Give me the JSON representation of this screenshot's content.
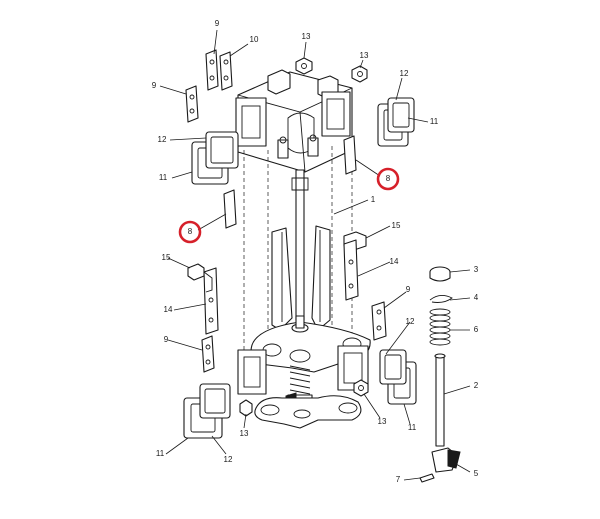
{
  "callouts": {
    "c1": "1",
    "c2": "2",
    "c3": "3",
    "c4": "4",
    "c5": "5",
    "c6": "6",
    "c7": "7",
    "c8a": "8",
    "c8b": "8",
    "c9a": "9",
    "c9b": "9",
    "c9c": "9",
    "c9d": "9",
    "c10": "10",
    "c11a": "11",
    "c11b": "11",
    "c11c": "11",
    "c11d": "11",
    "c12a": "12",
    "c12b": "12",
    "c12c": "12",
    "c12d": "12",
    "c13a": "13",
    "c13b": "13",
    "c13c": "13",
    "c13d": "13",
    "c14a": "14",
    "c14b": "14",
    "c15a": "15",
    "c15b": "15"
  },
  "highlight_color": "#d6202a"
}
